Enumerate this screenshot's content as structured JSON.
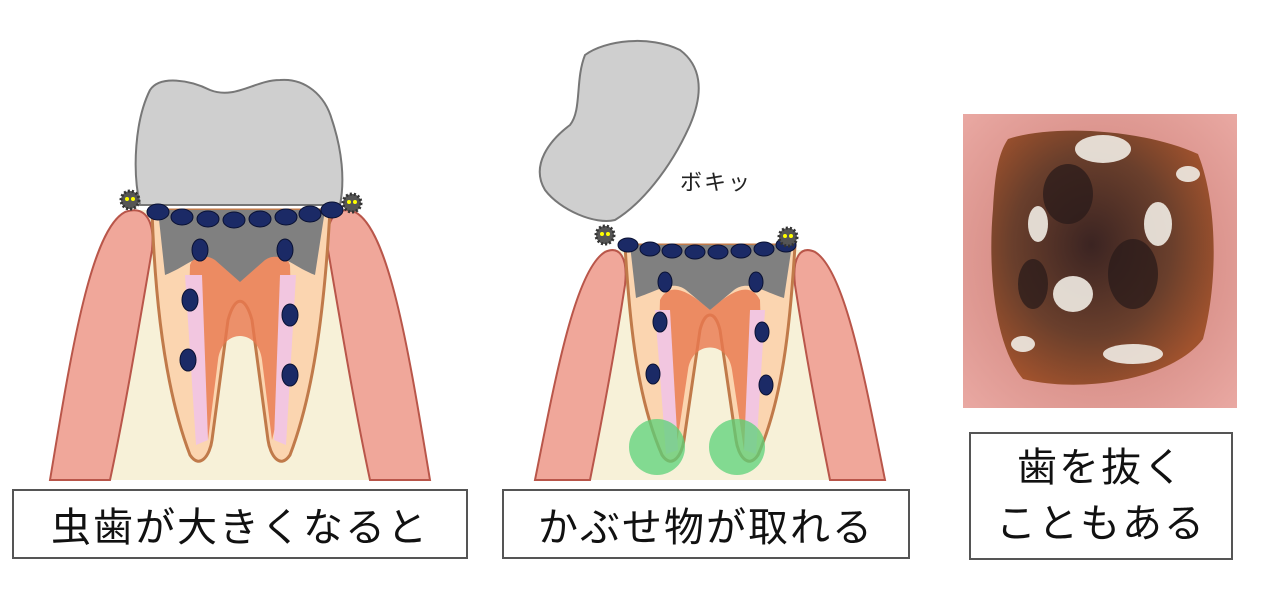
{
  "captions": {
    "left": "虫歯が大きくなると",
    "middle": "かぶせ物が取れる",
    "right_line1": "歯を抜く",
    "right_line2": "こともある"
  },
  "sound_effect": "ボキッ",
  "colors": {
    "crown": "#cfcfcf",
    "gum": "#f0a79a",
    "bone": "#f7f1d8",
    "dentin": "#fbd5b0",
    "pulp": "#e9784f",
    "decay": "#808080",
    "bacteria": "#1b2a66",
    "root_canal": "#f2c6e0",
    "infection": "#5bd17a"
  }
}
